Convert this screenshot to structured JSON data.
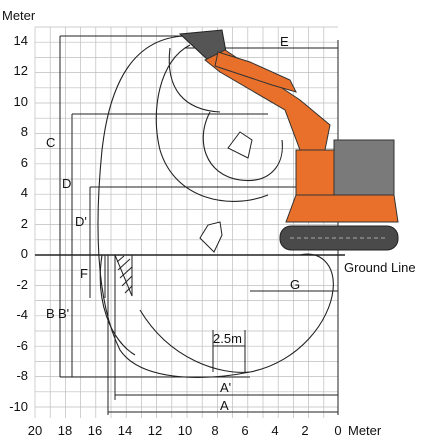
{
  "units": {
    "y": "Meter",
    "x": "Meter"
  },
  "ground_label": "Ground Line",
  "y_ticks": [
    "14",
    "12",
    "10",
    "8",
    "6",
    "4",
    "2",
    "0",
    "-2",
    "-4",
    "-6",
    "-8",
    "-10"
  ],
  "x_ticks": [
    "20",
    "18",
    "16",
    "14",
    "12",
    "10",
    "8",
    "6",
    "4",
    "2",
    "0"
  ],
  "dimensions": {
    "A": "A",
    "A_prime": "A'",
    "B": "B",
    "B_prime": "B'",
    "C": "C",
    "D": "D",
    "D_prime": "D'",
    "E": "E",
    "F": "F",
    "G": "G",
    "step": "2.5m"
  },
  "colors": {
    "machine": "#e8702a",
    "machine_dark": "#6b6b6b",
    "grid": "#bdbdbd",
    "curve": "#222222"
  }
}
